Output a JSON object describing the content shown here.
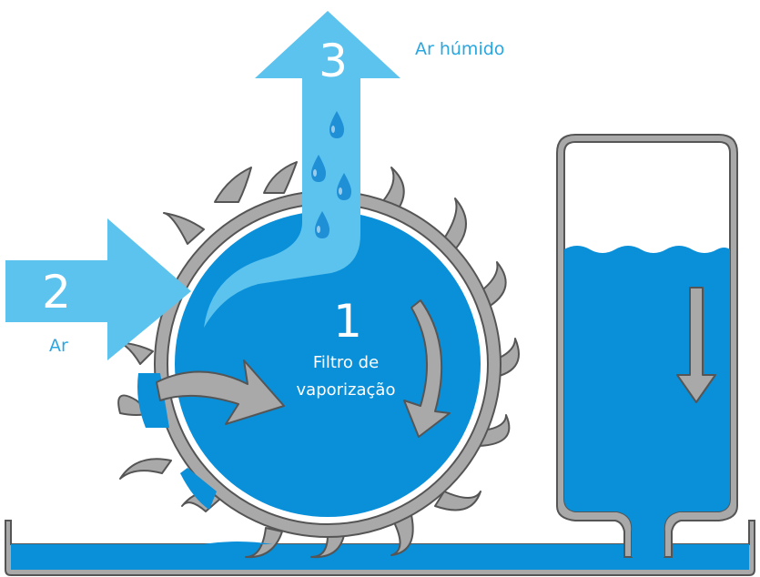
{
  "labels": {
    "step1_number": "1",
    "step1_text_line1": "Filtro de",
    "step1_text_line2": "vaporização",
    "step2_number": "2",
    "step2_text": "Ar",
    "step3_number": "3",
    "step3_text": "Ar húmido"
  },
  "colors": {
    "water_blue": "#0a8fd9",
    "air_arrow_blue": "#5bc3ee",
    "caption_blue": "#2aa6e0",
    "gray_fill": "#a9a9a9",
    "gray_stroke": "#555555",
    "droplet_blue": "#1f8fd6"
  }
}
